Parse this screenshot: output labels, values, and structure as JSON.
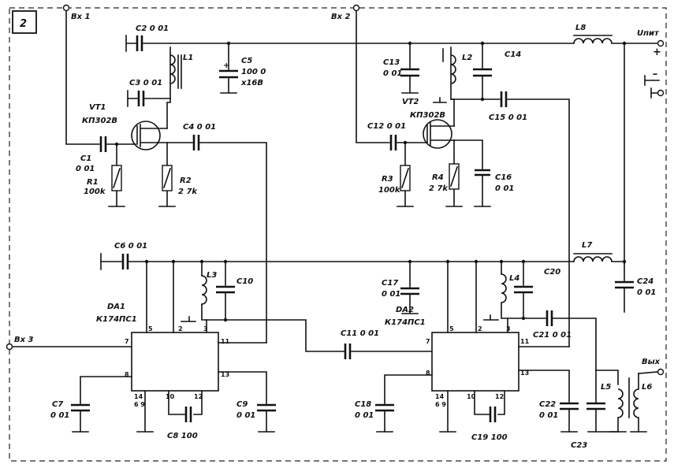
{
  "figure_number": "2",
  "inputs": {
    "in1": "Вх 1",
    "in2": "Вх 2",
    "in3": "Вх 3",
    "out": "Вых",
    "supply": "Uпит",
    "plus": "+",
    "minus": "–"
  },
  "transistors": [
    {
      "ref": "VT1",
      "type": "КП302В"
    },
    {
      "ref": "VT2",
      "type": "КП302В"
    }
  ],
  "ics": [
    {
      "ref": "DA1",
      "type": "К174ПС1",
      "pins": [
        "2",
        "3",
        "5",
        "7",
        "8",
        "10",
        "11",
        "12",
        "13",
        "14"
      ],
      "pin_extra": "6 9"
    },
    {
      "ref": "DA2",
      "type": "К174ПС1",
      "pins": [
        "2",
        "3",
        "5",
        "7",
        "8",
        "10",
        "11",
        "12",
        "13",
        "14"
      ],
      "pin_extra": "6 9"
    }
  ],
  "capacitors": {
    "C1": "C1",
    "C1v": "0 01",
    "C2": "C2 0 01",
    "C3": "C3 0 01",
    "C4": "C4 0 01",
    "C5": "C5",
    "C5v": "100 0",
    "C5r": "x16B",
    "C6": "C6 0 01",
    "C7": "C7",
    "C7v": "0 01",
    "C8": "C8 100",
    "C9": "C9",
    "C9v": "0 01",
    "C10": "C10",
    "C11": "C11 0 01",
    "C12": "C12 0 01",
    "C13": "C13",
    "C13v": "0 01",
    "C14": "C14",
    "C15": "C15 0 01",
    "C16": "C16",
    "C16v": "0 01",
    "C17": "C17",
    "C17v": "0 01",
    "C18": "C18",
    "C18v": "0 01",
    "C19": "C19 100",
    "C20": "C20",
    "C21": "C21 0 01",
    "C22": "C22",
    "C22v": "0 01",
    "C23": "C23",
    "C24": "C24",
    "C24v": "0 01"
  },
  "resistors": [
    {
      "ref": "R1",
      "value": "100k"
    },
    {
      "ref": "R2",
      "value": "2 7k"
    },
    {
      "ref": "R3",
      "value": "100k"
    },
    {
      "ref": "R4",
      "value": "2 7k"
    }
  ],
  "inductors": {
    "L1": "L1",
    "L2": "L2",
    "L3": "L3",
    "L4": "L4",
    "L5": "L5",
    "L6": "L6",
    "L7": "L7",
    "L8": "L8"
  }
}
